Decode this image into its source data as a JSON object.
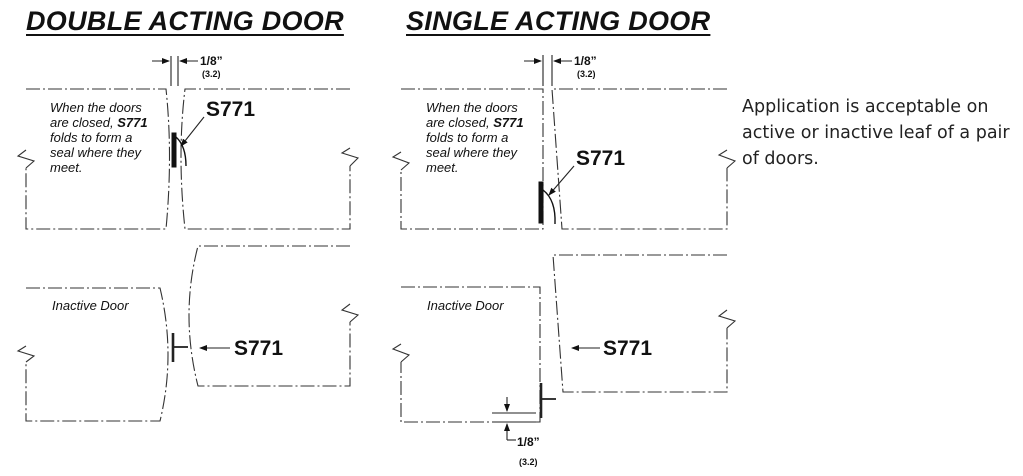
{
  "headings": {
    "double": "DOUBLE ACTING DOOR",
    "single": "SINGLE ACTING DOOR"
  },
  "note": "Application is acceptable on active or inactive leaf of a pair of doors.",
  "callouts": {
    "product": "S771",
    "gap": "1/8”",
    "gap_metric": "(3.2)",
    "inactive_label": "Inactive Door"
  },
  "closed_note": {
    "line1": "When the doors",
    "line2_pre": "are closed, ",
    "line2_bold": "S771",
    "line3": "folds to form a",
    "line4": "seal where they",
    "line5": "meet."
  }
}
